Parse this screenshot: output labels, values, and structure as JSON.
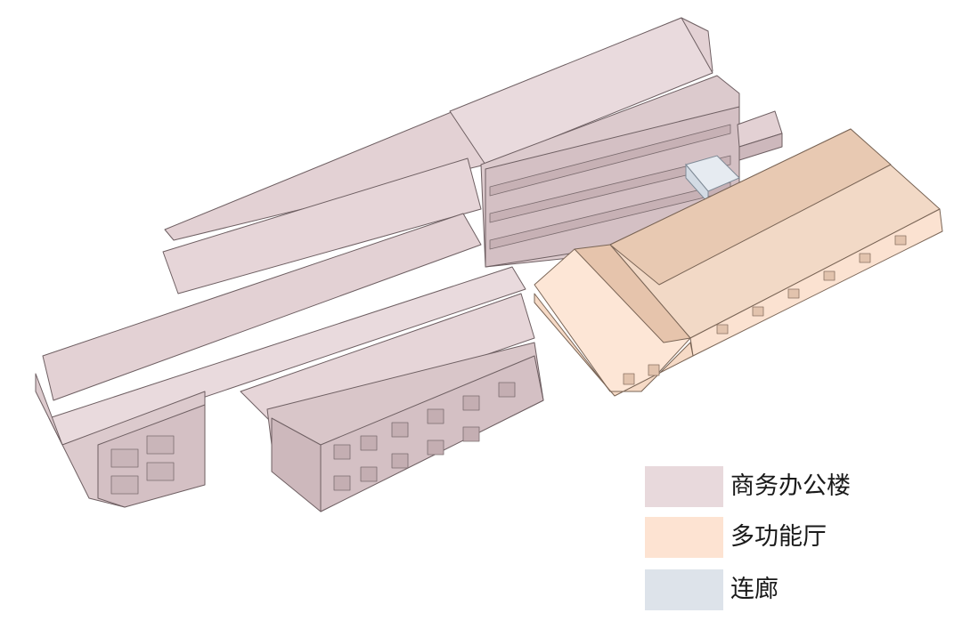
{
  "legend": [
    {
      "label": "商务办公楼",
      "color": "#e8d9dc"
    },
    {
      "label": "多功能厅",
      "color": "#fde3d2"
    },
    {
      "label": "连廊",
      "color": "#dde3ea"
    }
  ],
  "colors": {
    "office_light": "#e9dadd",
    "office_mid": "#dccacd",
    "office_dark": "#c9b3b7",
    "office_edge": "#6e5f62",
    "hall_light": "#fde6d6",
    "hall_roof": "#f0d2bd",
    "hall_dark": "#dfbca5",
    "hall_edge": "#7a6556",
    "corridor": "#dfe6ee",
    "corridor_edge": "#7f8a96"
  }
}
